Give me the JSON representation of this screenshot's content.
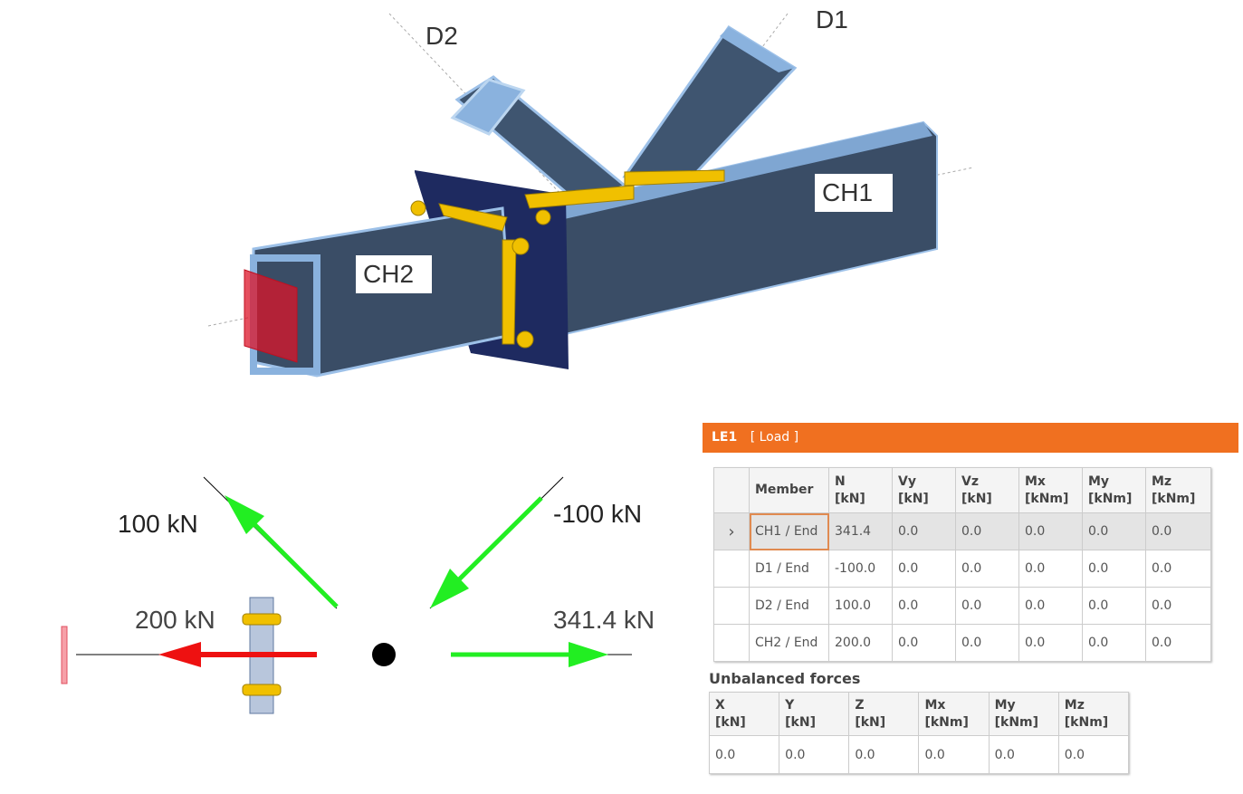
{
  "model_labels": {
    "d1": "D1",
    "d2": "D2",
    "ch1": "CH1",
    "ch2": "CH2"
  },
  "forces": {
    "d2": "100 kN",
    "d1": "-100 kN",
    "ch2": "200 kN",
    "ch1": "341.4 kN"
  },
  "panel": {
    "load_case": "LE1",
    "load_type": "[ Load ]"
  },
  "table": {
    "headers": [
      [
        "Member",
        ""
      ],
      [
        "N",
        "[kN]"
      ],
      [
        "Vy",
        "[kN]"
      ],
      [
        "Vz",
        "[kN]"
      ],
      [
        "Mx",
        "[kNm]"
      ],
      [
        "My",
        "[kNm]"
      ],
      [
        "Mz",
        "[kNm]"
      ]
    ],
    "row_marker": "›",
    "rows": [
      [
        "CH1 / End",
        "341.4",
        "0.0",
        "0.0",
        "0.0",
        "0.0",
        "0.0"
      ],
      [
        "D1 / End",
        "-100.0",
        "0.0",
        "0.0",
        "0.0",
        "0.0",
        "0.0"
      ],
      [
        "D2 / End",
        "100.0",
        "0.0",
        "0.0",
        "0.0",
        "0.0",
        "0.0"
      ],
      [
        "CH2 / End",
        "200.0",
        "0.0",
        "0.0",
        "0.0",
        "0.0",
        "0.0"
      ]
    ]
  },
  "unbalanced": {
    "title": "Unbalanced forces",
    "headers": [
      [
        "X",
        "[kN]"
      ],
      [
        "Y",
        "[kN]"
      ],
      [
        "Z",
        "[kN]"
      ],
      [
        "Mx",
        "[kNm]"
      ],
      [
        "My",
        "[kNm]"
      ],
      [
        "Mz",
        "[kNm]"
      ]
    ],
    "values": [
      "0.0",
      "0.0",
      "0.0",
      "0.0",
      "0.0",
      "0.0"
    ]
  },
  "colors": {
    "header": "#f07020",
    "tension": "#22ee22",
    "compression": "#ee1111",
    "steel": "#3d5068",
    "weld": "#f0c000"
  }
}
